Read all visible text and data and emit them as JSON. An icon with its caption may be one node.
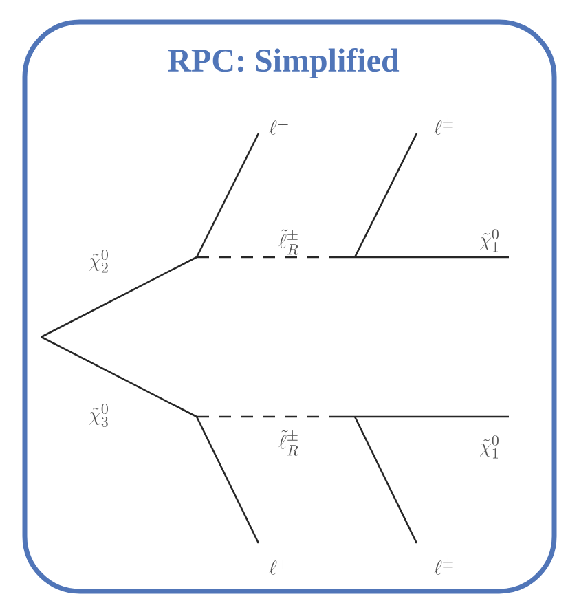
{
  "diagram": {
    "title": "RPC: Simplified",
    "labels": [
      "\\ell^{\\mp}",
      "\\ell^{\\pm}",
      "\\tilde{\\ell}^{\\pm}_{R}",
      "\\tilde{\\chi}^{0}_{1}",
      "\\tilde{\\chi}^{0}_{2}",
      "\\tilde{\\chi}^{0}_{3}",
      "\\tilde{\\ell}^{\\pm}_{R}",
      "\\tilde{\\chi}^{0}_{1}",
      "\\ell^{\\mp}",
      "\\ell^{\\pm}"
    ]
  }
}
